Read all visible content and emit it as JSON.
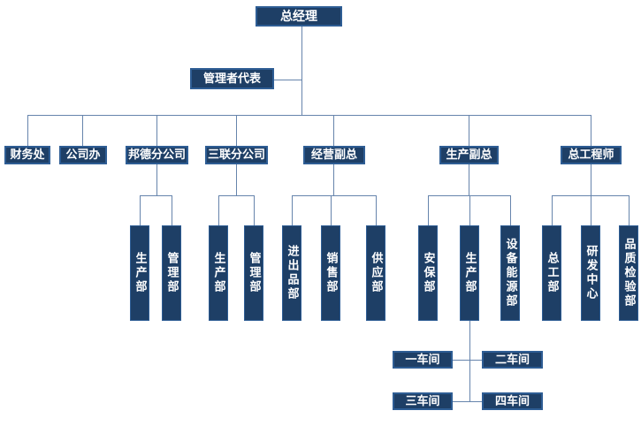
{
  "diagram": {
    "type": "org-chart",
    "nodes": {
      "gm": "总经理",
      "rep": "管理者代表",
      "finance": "财务处",
      "office": "公司办",
      "bangde": "邦德分公司",
      "sanlian": "三联分公司",
      "bizvp": "经营副总",
      "prodvp": "生产副总",
      "chiefeng": "总工程师",
      "bangde_prod": "生产部",
      "bangde_mgmt": "管理部",
      "sanlian_prod": "生产部",
      "sanlian_mgmt": "管理部",
      "import_export": "进出品部",
      "sales": "销售部",
      "supply": "供应部",
      "security": "安保部",
      "prod_dept": "生产部",
      "equip_energy": "设备能源部",
      "chief_dept": "总工部",
      "rd": "研发中心",
      "quality": "品质检验部",
      "ws1": "一车间",
      "ws2": "二车间",
      "ws3": "三车间",
      "ws4": "四车间"
    },
    "colors": {
      "box_fill": "#1E3F66",
      "box_border": "#2E5D94",
      "line": "#6684AC",
      "text": "#FFFFFF"
    }
  }
}
